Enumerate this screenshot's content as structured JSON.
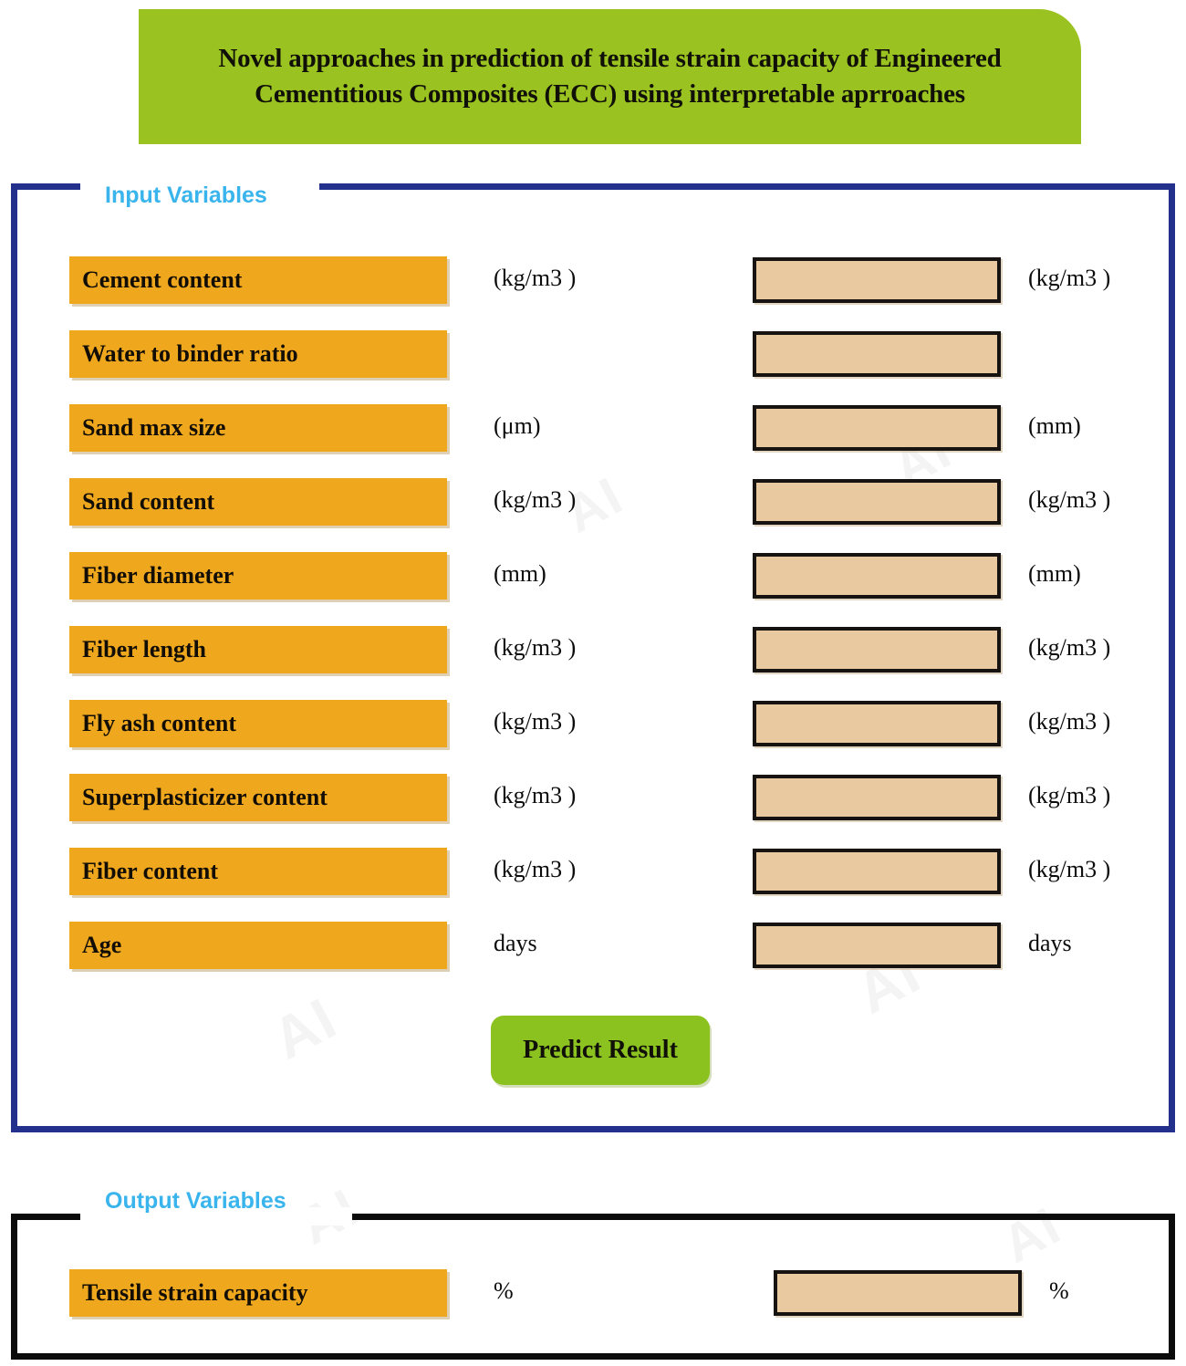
{
  "title": {
    "text": "Novel approaches in prediction of tensile strain capacity of Engineered Cementitious Composites (ECC) using interpretable aprroaches",
    "banner_color": "#9ac220"
  },
  "input_section": {
    "legend": "Input Variables",
    "border_color": "#24318c",
    "label_color": "#efa81e",
    "field_color": "#e9c9a0",
    "legend_color": "#39b4ec",
    "rows": [
      {
        "label": "Cement content",
        "unit_left": "(kg/m3 )",
        "value": "",
        "unit_right": "(kg/m3 )"
      },
      {
        "label": "Water to binder ratio",
        "unit_left": "",
        "value": "",
        "unit_right": ""
      },
      {
        "label": "Sand max size",
        "unit_left": "(μm)",
        "value": "",
        "unit_right": "(mm)"
      },
      {
        "label": "Sand content",
        "unit_left": "(kg/m3 )",
        "value": "",
        "unit_right": "(kg/m3 )"
      },
      {
        "label": "Fiber diameter",
        "unit_left": "(mm)",
        "value": "",
        "unit_right": "(mm)"
      },
      {
        "label": "Fiber length",
        "unit_left": "(kg/m3 )",
        "value": "",
        "unit_right": "(kg/m3 )"
      },
      {
        "label": "Fly ash content",
        "unit_left": "(kg/m3 )",
        "value": "",
        "unit_right": "(kg/m3 )"
      },
      {
        "label": "Superplasticizer content",
        "unit_left": "(kg/m3 )",
        "value": "",
        "unit_right": "(kg/m3 )"
      },
      {
        "label": "Fiber content",
        "unit_left": "(kg/m3 )",
        "value": "",
        "unit_right": "(kg/m3 )"
      },
      {
        "label": "Age",
        "unit_left": "days",
        "value": "",
        "unit_right": "days"
      }
    ]
  },
  "predict": {
    "label": "Predict Result",
    "color": "#8cc220"
  },
  "output_section": {
    "legend": "Output Variables",
    "border_color": "#0b0b0b",
    "legend_color": "#39b4ec",
    "row": {
      "label": "Tensile strain capacity",
      "unit_left": "%",
      "value": "",
      "unit_right": "%"
    }
  },
  "watermark": {
    "w1": "AI",
    "w2": "AI",
    "w3": "AI",
    "w4": "AI",
    "w5": "AI",
    "w6": "AI"
  }
}
